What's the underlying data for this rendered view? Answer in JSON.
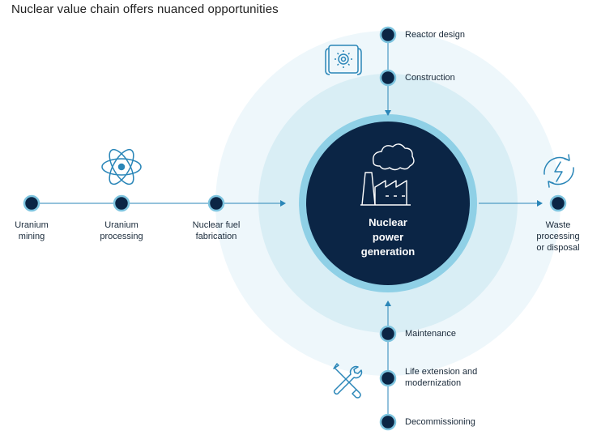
{
  "title": "Nuclear value chain offers nuanced opportunities",
  "center": {
    "label": "Nuclear\npower\ngeneration"
  },
  "nodes": {
    "uranium_mining": "Uranium\nmining",
    "uranium_processing": "Uranium\nprocessing",
    "nuclear_fuel_fabrication": "Nuclear fuel\nfabrication",
    "reactor_design": "Reactor design",
    "construction": "Construction",
    "waste_processing": "Waste processing\nor disposal",
    "maintenance": "Maintenance",
    "life_extension": "Life extension and\nmodernization",
    "decommissioning": "Decommissioning"
  },
  "colors": {
    "navy": "#0b2545",
    "line": "#2a86b8",
    "ring_outer": "#eef7fb",
    "ring_middle": "#d9eef5",
    "ring_light": "#8fd0e6",
    "icon": "#2a86b8"
  },
  "icons": [
    "blueprint-gear-icon",
    "atom-icon",
    "factory-icon",
    "recycle-energy-icon",
    "tools-icon"
  ]
}
